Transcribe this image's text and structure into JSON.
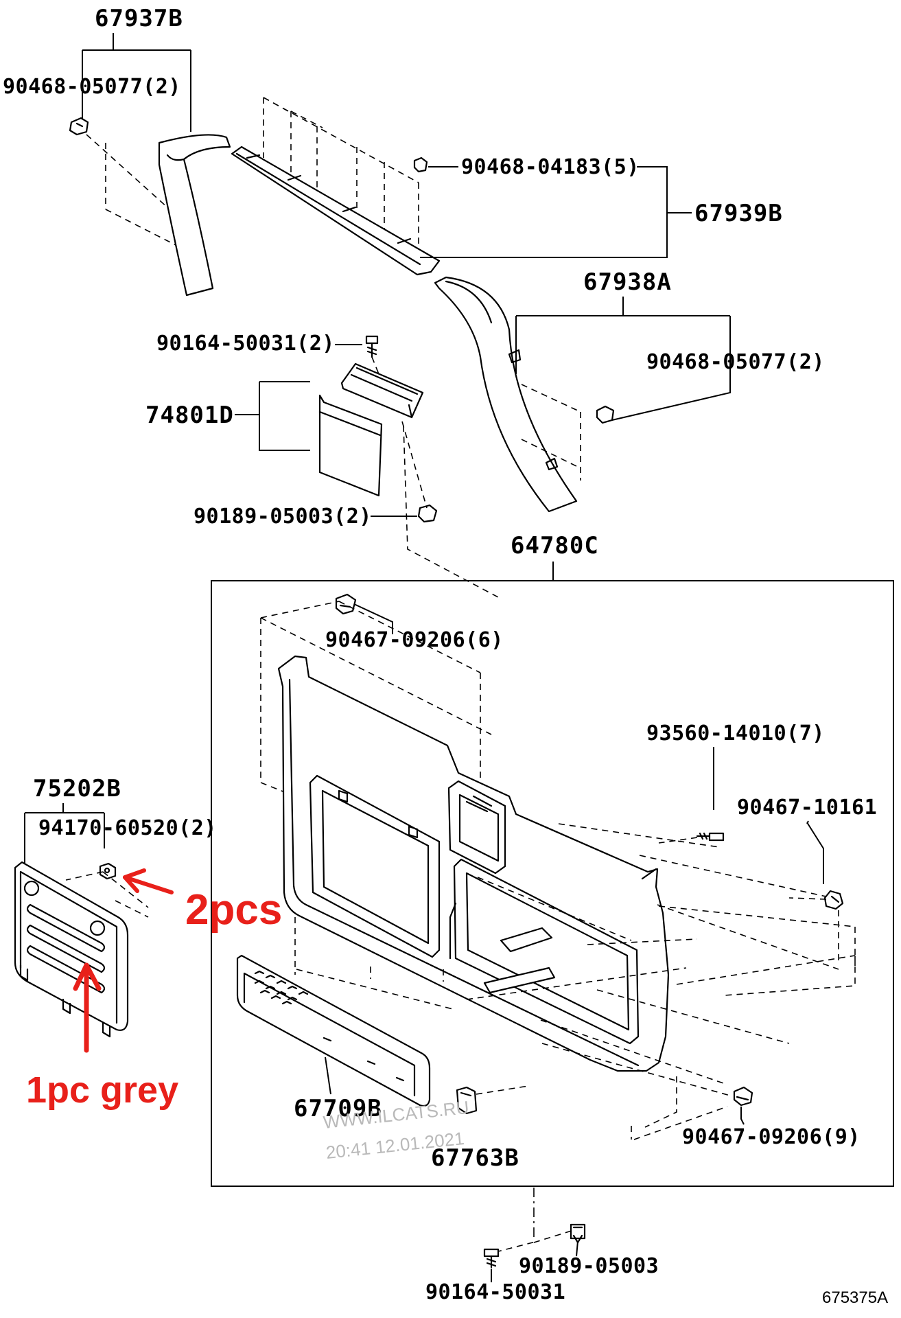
{
  "parts": {
    "p67937B": "67937B",
    "p90468_05077_top": "90468-05077(2)",
    "p90468_04183": "90468-04183(5)",
    "p67939B": "67939B",
    "p67938A": "67938A",
    "p90468_05077_right": "90468-05077(2)",
    "p90164_50031_top": "90164-50031(2)",
    "p74801D": "74801D",
    "p90189_05003_top": "90189-05003(2)",
    "p64780C": "64780C",
    "p90467_09206_6": "90467-09206(6)",
    "p93560_14010": "93560-14010(7)",
    "p90467_10161": "90467-10161",
    "p75202B": "75202B",
    "p94170_60520": "94170-60520(2)",
    "p67709B": "67709B",
    "p67763B": "67763B",
    "p90467_09206_9": "90467-09206(9)",
    "p90189_05003_bottom": "90189-05003",
    "p90164_50031_bottom": "90164-50031"
  },
  "annotations": {
    "two_pcs": "2pcs",
    "one_pc_grey": "1pc grey",
    "color": "#e8201a"
  },
  "watermark": {
    "site": "WWW.ILCATS.RU",
    "timestamp": "20:41 12.01.2021"
  },
  "diagram_ref": "675375A"
}
